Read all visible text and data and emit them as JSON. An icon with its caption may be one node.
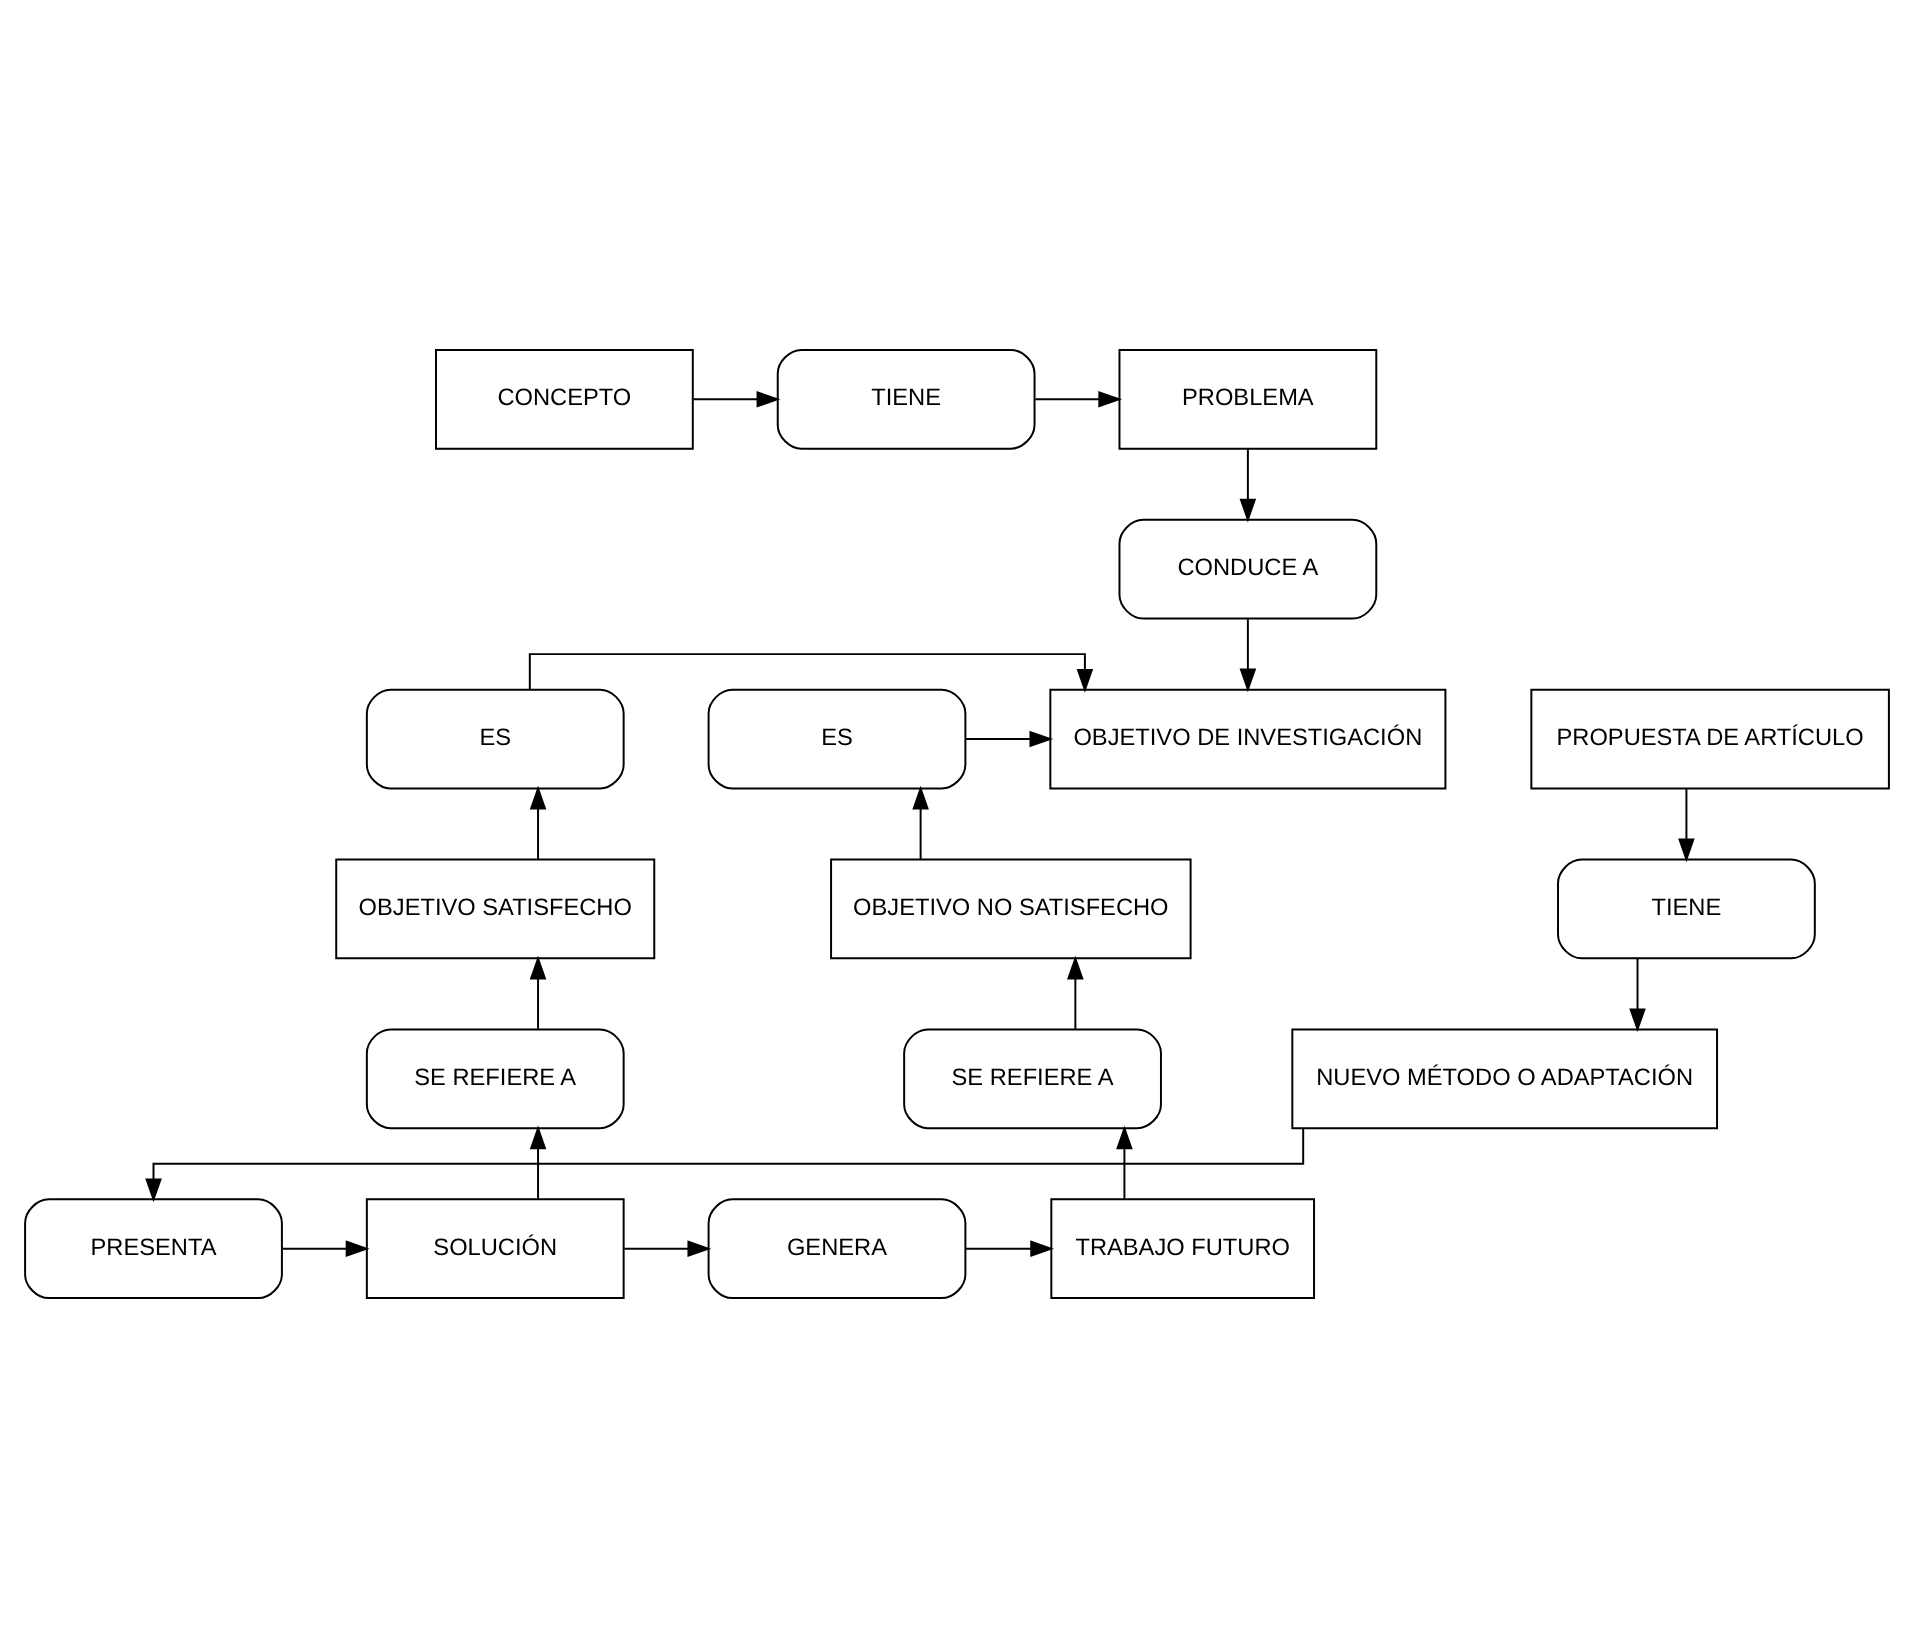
{
  "diagram": {
    "nodes": [
      {
        "text": [
          "CONCEPTO"
        ]
      },
      {
        "text": [
          "TIENE"
        ]
      },
      {
        "text": [
          "PROBLEMA"
        ]
      },
      {
        "text": [
          "CONDUCE A"
        ]
      },
      {
        "text": [
          "PROPUESTA DE ARTÍCULO"
        ]
      },
      {
        "text": [
          "ES"
        ]
      },
      {
        "text": [
          "OBJETIVO DE INVESTIGACIÓN"
        ]
      },
      {
        "text": [
          "ES"
        ]
      },
      {
        "text": [
          "TIENE"
        ]
      },
      {
        "text": [
          "OBJETIVO SATISFECHO"
        ]
      },
      {
        "text": [
          "OBJETIVO NO SATISFECHO"
        ]
      },
      {
        "text": [
          "NUEVO MÉTODO O ADAPTACIÓN"
        ]
      },
      {
        "text": [
          "SE REFIERE A"
        ]
      },
      {
        "text": [
          "SE REFIERE A"
        ]
      },
      {
        "text": [
          "PRESENTA"
        ]
      },
      {
        "text": [
          "SOLUCIÓN"
        ]
      },
      {
        "text": [
          "GENERA"
        ]
      },
      {
        "text": [
          "TRABAJO FUTURO"
        ]
      }
    ],
    "edges": [
      {
        "from": 0,
        "to": 1,
        "arrow": "to"
      },
      {
        "from": 1,
        "to": 2,
        "arrow": "to"
      },
      {
        "from": 2,
        "to": 3,
        "arrow": "to"
      },
      {
        "from": 3,
        "to": 6,
        "arrow": "to"
      },
      {
        "from": 5,
        "to": 6,
        "arrow": "to"
      },
      {
        "from": 7,
        "to": 6,
        "arrow": "to"
      },
      {
        "from": 4,
        "to": 8,
        "arrow": "to"
      },
      {
        "from": 8,
        "to": 11,
        "arrow": "to"
      },
      {
        "from": 11,
        "to": 14,
        "arrow": "to"
      },
      {
        "from": 14,
        "to": 15,
        "arrow": "to"
      },
      {
        "from": 15,
        "to": 16,
        "arrow": "to"
      },
      {
        "from": 16,
        "to": 17,
        "arrow": "to"
      },
      {
        "from": 15,
        "to": 12,
        "arrow": "to"
      },
      {
        "from": 12,
        "to": 9,
        "arrow": "to"
      },
      {
        "from": 9,
        "to": 5,
        "arrow": "to"
      },
      {
        "from": 17,
        "to": 13,
        "arrow": "to"
      },
      {
        "from": 13,
        "to": 10,
        "arrow": "to"
      },
      {
        "from": 10,
        "to": 7,
        "arrow": "to"
      }
    ]
  }
}
